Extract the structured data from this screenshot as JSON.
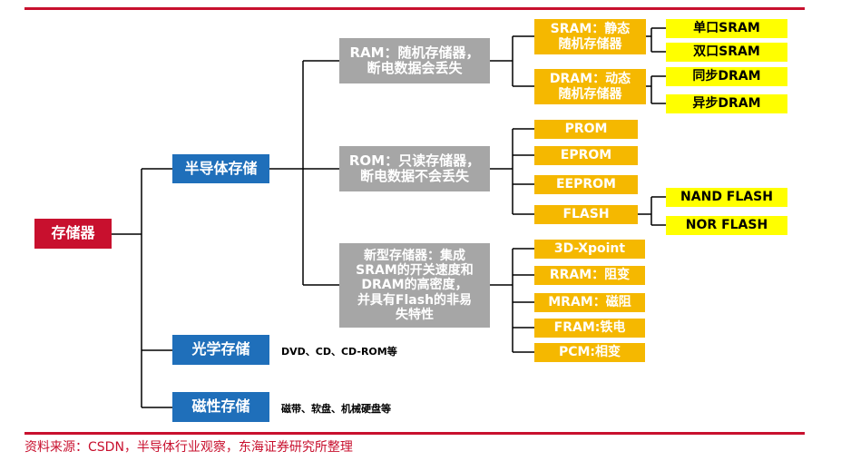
{
  "root": "存储器",
  "categories": {
    "semiconductor": "半导体存储",
    "optical": "光学存储",
    "magnetic": "磁性存储"
  },
  "notes": {
    "optical": "DVD、CD、CD-ROM等",
    "magnetic": "磁带、软盘、机械硬盘等"
  },
  "semiconductor_types": {
    "ram": "RAM：随机存储器，\n断电数据会丢失",
    "rom": "ROM：只读存储器，\n断电数据不会丢失",
    "new": "新型存储器：集成\nSRAM的开关速度和\nDRAM的高密度，\n并具有Flash的非易\n失特性"
  },
  "ram_types": {
    "sram": "SRAM：静态\n随机存储器",
    "dram": "DRAM：动态\n随机存储器"
  },
  "sram_types": [
    "单口SRAM",
    "双口SRAM"
  ],
  "dram_types": [
    "同步DRAM",
    "异步DRAM"
  ],
  "rom_types": {
    "prom": "PROM",
    "eprom": "EPROM",
    "eeprom": "EEPROM",
    "flash": "FLASH"
  },
  "flash_types": [
    "NAND FLASH",
    "NOR FLASH"
  ],
  "new_types": [
    "3D-Xpoint",
    "RRAM：阻变",
    "MRAM：磁阻",
    "FRAM:铁电",
    "PCM:相变"
  ],
  "source": "资料来源：CSDN，半导体行业观察，东海证券研究所整理",
  "colors": {
    "root": "#c8102e",
    "category": "#1f6fba",
    "type": "#a6a6a6",
    "subtype": "#f5b800",
    "leaf": "#ffff00",
    "source_text": "#c8102e"
  }
}
